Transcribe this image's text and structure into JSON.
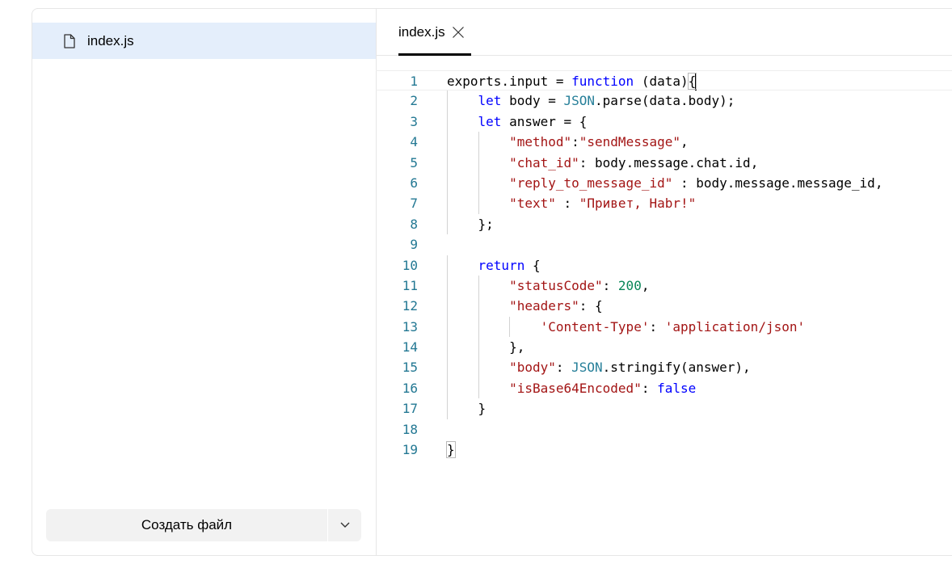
{
  "sidebar": {
    "files": [
      {
        "name": "index.js",
        "icon": "file-icon"
      }
    ],
    "create_file_label": "Создать файл",
    "create_dropdown_icon": "chevron-down-icon"
  },
  "editor": {
    "tab": {
      "label": "index.js",
      "close_icon": "close-icon"
    },
    "line_numbers": [
      "1",
      "2",
      "3",
      "4",
      "5",
      "6",
      "7",
      "8",
      "9",
      "10",
      "11",
      "12",
      "13",
      "14",
      "15",
      "16",
      "17",
      "18",
      "19"
    ],
    "lines": [
      [
        {
          "t": "exports.input = ",
          "c": ""
        },
        {
          "t": "function",
          "c": "kw"
        },
        {
          "t": " (data)",
          "c": ""
        },
        {
          "t": "{",
          "c": "bracket"
        }
      ],
      [
        {
          "t": "    ",
          "c": ""
        },
        {
          "t": "let",
          "c": "kw"
        },
        {
          "t": " body = ",
          "c": ""
        },
        {
          "t": "JSON",
          "c": "typ"
        },
        {
          "t": ".parse(data.body);",
          "c": ""
        }
      ],
      [
        {
          "t": "    ",
          "c": ""
        },
        {
          "t": "let",
          "c": "kw"
        },
        {
          "t": " answer = {",
          "c": ""
        }
      ],
      [
        {
          "t": "        ",
          "c": ""
        },
        {
          "t": "\"method\"",
          "c": "str"
        },
        {
          "t": ":",
          "c": ""
        },
        {
          "t": "\"sendMessage\"",
          "c": "str"
        },
        {
          "t": ",",
          "c": ""
        }
      ],
      [
        {
          "t": "        ",
          "c": ""
        },
        {
          "t": "\"chat_id\"",
          "c": "str"
        },
        {
          "t": ": body.message.chat.id,",
          "c": ""
        }
      ],
      [
        {
          "t": "        ",
          "c": ""
        },
        {
          "t": "\"reply_to_message_id\"",
          "c": "str"
        },
        {
          "t": " : body.message.message_id,",
          "c": ""
        }
      ],
      [
        {
          "t": "        ",
          "c": ""
        },
        {
          "t": "\"text\"",
          "c": "str"
        },
        {
          "t": " : ",
          "c": ""
        },
        {
          "t": "\"Привет, Habr!\"",
          "c": "str"
        }
      ],
      [
        {
          "t": "    };",
          "c": ""
        }
      ],
      [],
      [
        {
          "t": "    ",
          "c": ""
        },
        {
          "t": "return",
          "c": "kw"
        },
        {
          "t": " {",
          "c": ""
        }
      ],
      [
        {
          "t": "        ",
          "c": ""
        },
        {
          "t": "\"statusCode\"",
          "c": "str"
        },
        {
          "t": ": ",
          "c": ""
        },
        {
          "t": "200",
          "c": "num"
        },
        {
          "t": ",",
          "c": ""
        }
      ],
      [
        {
          "t": "        ",
          "c": ""
        },
        {
          "t": "\"headers\"",
          "c": "str"
        },
        {
          "t": ": {",
          "c": ""
        }
      ],
      [
        {
          "t": "            ",
          "c": ""
        },
        {
          "t": "'Content-Type'",
          "c": "str"
        },
        {
          "t": ": ",
          "c": ""
        },
        {
          "t": "'application/json'",
          "c": "str"
        }
      ],
      [
        {
          "t": "        },",
          "c": ""
        }
      ],
      [
        {
          "t": "        ",
          "c": ""
        },
        {
          "t": "\"body\"",
          "c": "str"
        },
        {
          "t": ": ",
          "c": ""
        },
        {
          "t": "JSON",
          "c": "typ"
        },
        {
          "t": ".stringify(answer),",
          "c": ""
        }
      ],
      [
        {
          "t": "        ",
          "c": ""
        },
        {
          "t": "\"isBase64Encoded\"",
          "c": "str"
        },
        {
          "t": ": ",
          "c": ""
        },
        {
          "t": "false",
          "c": "kw"
        }
      ],
      [
        {
          "t": "    }",
          "c": ""
        }
      ],
      [],
      [
        {
          "t": "}",
          "c": "bracket"
        }
      ]
    ],
    "current_line": 1
  },
  "colors": {
    "selected_file_bg": "#e4eefb",
    "line_number": "#237893",
    "keyword": "#0000ff",
    "string": "#a31515",
    "number": "#098658",
    "type": "#267f99"
  }
}
